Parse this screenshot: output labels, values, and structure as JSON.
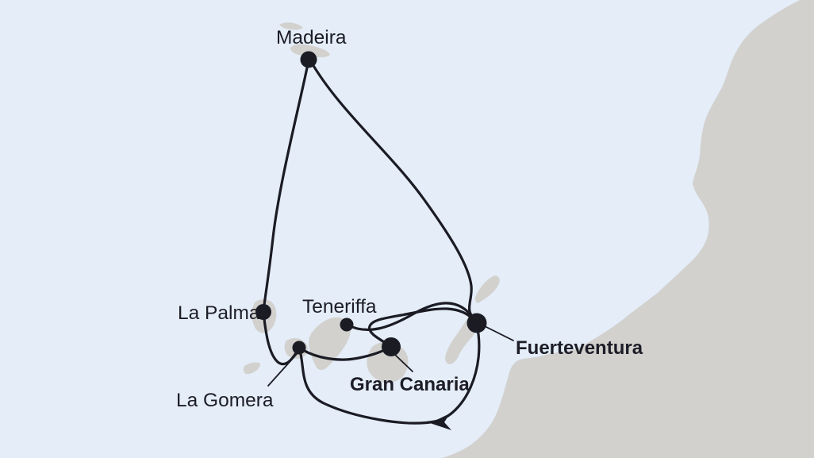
{
  "map": {
    "type": "cruise-route-map",
    "region": "Canary Islands and Madeira with African coast",
    "colors": {
      "sea": "#e4edf8",
      "land": "#d2d1ce",
      "route": "#1b1b24",
      "label": "#1d1d27"
    },
    "ports": [
      {
        "label": "Madeira",
        "style": "regular"
      },
      {
        "label": "La Palma",
        "style": "regular"
      },
      {
        "label": "Teneriffa",
        "style": "regular"
      },
      {
        "label": "La Gomera",
        "style": "regular"
      },
      {
        "label": "Gran Canaria",
        "style": "bold"
      },
      {
        "label": "Fuerteventura",
        "style": "bold"
      }
    ],
    "route_legs": [
      "Madeira - La Palma",
      "Madeira - Fuerteventura",
      "Teneriffa - Fuerteventura",
      "Gran Canaria - Fuerteventura",
      "La Palma - La Gomera",
      "La Gomera - Gran Canaria",
      "La Gomera - Fuerteventura (southern loop)"
    ],
    "direction_arrow": {
      "on_leg": "southern loop between Fuerteventura and La Gomera",
      "points": "west"
    }
  }
}
